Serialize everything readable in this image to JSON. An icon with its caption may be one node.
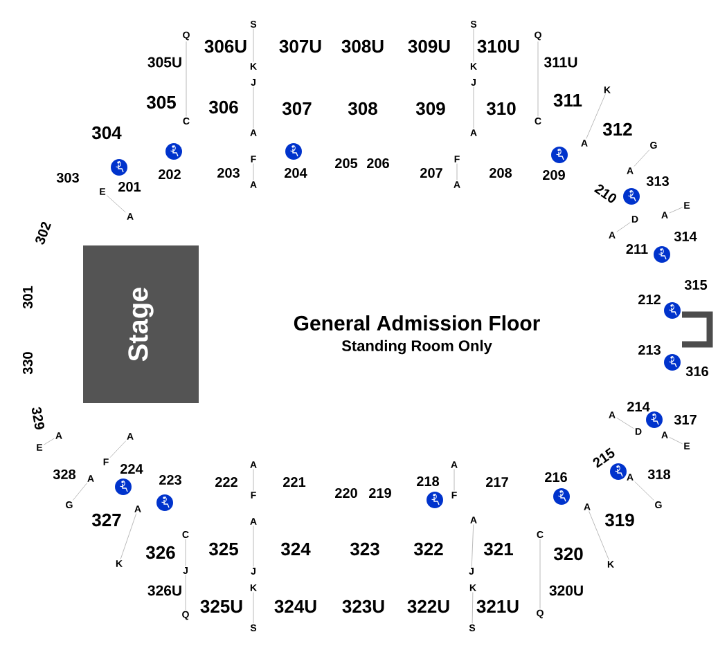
{
  "diagram": {
    "nodes": [
      {
        "text": [
          "Stage"
        ]
      },
      {
        "text": [
          "Q"
        ]
      },
      {
        "text": [
          "C"
        ]
      },
      {
        "text": [
          "S"
        ]
      },
      {
        "text": [
          "K"
        ]
      },
      {
        "text": [
          "J"
        ]
      },
      {
        "text": [
          "A"
        ]
      },
      {
        "text": [
          "F"
        ]
      },
      {
        "text": [
          "A"
        ]
      },
      {
        "text": [
          "S"
        ]
      },
      {
        "text": [
          "K"
        ]
      },
      {
        "text": [
          "J"
        ]
      },
      {
        "text": [
          "A"
        ]
      },
      {
        "text": [
          "F"
        ]
      },
      {
        "text": [
          "A"
        ]
      },
      {
        "text": [
          "Q"
        ]
      },
      {
        "text": [
          "C"
        ]
      },
      {
        "text": [
          "K"
        ]
      },
      {
        "text": [
          "A"
        ]
      },
      {
        "text": [
          "G"
        ]
      },
      {
        "text": [
          "A"
        ]
      },
      {
        "text": [
          "E"
        ]
      },
      {
        "text": [
          "A"
        ]
      },
      {
        "text": [
          "D"
        ]
      },
      {
        "text": [
          "A"
        ]
      },
      {
        "text": [
          "E"
        ]
      },
      {
        "text": [
          "A"
        ]
      },
      {
        "text": [
          "A"
        ]
      },
      {
        "text": [
          "D"
        ]
      },
      {
        "text": [
          "A"
        ]
      },
      {
        "text": [
          "E"
        ]
      },
      {
        "text": [
          "A"
        ]
      },
      {
        "text": [
          "G"
        ]
      },
      {
        "text": [
          "A"
        ]
      },
      {
        "text": [
          "K"
        ]
      },
      {
        "text": [
          "A"
        ]
      },
      {
        "text": [
          "F"
        ]
      },
      {
        "text": [
          "A"
        ]
      },
      {
        "text": [
          "J"
        ]
      },
      {
        "text": [
          "K"
        ]
      },
      {
        "text": [
          "S"
        ]
      },
      {
        "text": [
          "C"
        ]
      },
      {
        "text": [
          "Q"
        ]
      },
      {
        "text": [
          "A"
        ]
      },
      {
        "text": [
          "F"
        ]
      },
      {
        "text": [
          "A"
        ]
      },
      {
        "text": [
          "J"
        ]
      },
      {
        "text": [
          "K"
        ]
      },
      {
        "text": [
          "S"
        ]
      },
      {
        "text": [
          "C"
        ]
      },
      {
        "text": [
          "J"
        ]
      },
      {
        "text": [
          "Q"
        ]
      },
      {
        "text": [
          "A"
        ]
      },
      {
        "text": [
          "E"
        ]
      },
      {
        "text": [
          "A"
        ]
      },
      {
        "text": [
          "F"
        ]
      },
      {
        "text": [
          "A"
        ]
      },
      {
        "text": [
          "G"
        ]
      },
      {
        "text": [
          "A"
        ]
      },
      {
        "text": [
          "K"
        ]
      }
    ],
    "edges": [
      {
        "from": 1,
        "to": 2,
        "arrow": "none"
      },
      {
        "from": 3,
        "to": 4,
        "arrow": "none"
      },
      {
        "from": 5,
        "to": 6,
        "arrow": "none"
      },
      {
        "from": 7,
        "to": 8,
        "arrow": "none"
      },
      {
        "from": 9,
        "to": 10,
        "arrow": "none"
      },
      {
        "from": 11,
        "to": 12,
        "arrow": "none"
      },
      {
        "from": 13,
        "to": 14,
        "arrow": "none"
      },
      {
        "from": 15,
        "to": 16,
        "arrow": "none"
      },
      {
        "from": 17,
        "to": 18,
        "arrow": "none"
      },
      {
        "from": 19,
        "to": 20,
        "arrow": "none"
      },
      {
        "from": 21,
        "to": 22,
        "arrow": "none"
      },
      {
        "from": 23,
        "to": 24,
        "arrow": "none"
      },
      {
        "from": 25,
        "to": 26,
        "arrow": "none"
      },
      {
        "from": 27,
        "to": 28,
        "arrow": "none"
      },
      {
        "from": 29,
        "to": 30,
        "arrow": "none"
      },
      {
        "from": 31,
        "to": 32,
        "arrow": "none"
      },
      {
        "from": 33,
        "to": 34,
        "arrow": "none"
      },
      {
        "from": 35,
        "to": 36,
        "arrow": "none"
      },
      {
        "from": 37,
        "to": 38,
        "arrow": "none"
      },
      {
        "from": 39,
        "to": 40,
        "arrow": "none"
      },
      {
        "from": 41,
        "to": 42,
        "arrow": "none"
      },
      {
        "from": 43,
        "to": 44,
        "arrow": "none"
      },
      {
        "from": 45,
        "to": 46,
        "arrow": "none"
      },
      {
        "from": 47,
        "to": 48,
        "arrow": "none"
      },
      {
        "from": 49,
        "to": 50,
        "arrow": "none"
      },
      {
        "from": 50,
        "to": 51,
        "arrow": "none"
      },
      {
        "from": 52,
        "to": 53,
        "arrow": "none"
      },
      {
        "from": 54,
        "to": 55,
        "arrow": "none"
      },
      {
        "from": 56,
        "to": 57,
        "arrow": "none"
      },
      {
        "from": 58,
        "to": 59,
        "arrow": "none"
      }
    ],
    "labels": [
      "306U",
      "307U",
      "308U",
      "309U",
      "310U",
      "305U",
      "311U",
      "305",
      "311",
      "306",
      "307",
      "308",
      "309",
      "310",
      "304",
      "312",
      "303",
      "202",
      "203",
      "204",
      "205",
      "206",
      "207",
      "208",
      "209",
      "201",
      "313",
      "210",
      "302",
      "314",
      "211",
      "315",
      "301",
      "212",
      "General Admission Floor",
      "Standing Room Only",
      "213",
      "330",
      "316",
      "329",
      "214",
      "317",
      "215",
      "318",
      "224",
      "328",
      "223",
      "222",
      "221",
      "217",
      "216",
      "218",
      "220",
      "219",
      "327",
      "319",
      "326",
      "325",
      "324",
      "323",
      "322",
      "321",
      "320",
      "326U",
      "320U",
      "325U",
      "324U",
      "323U",
      "322U",
      "321U"
    ]
  }
}
